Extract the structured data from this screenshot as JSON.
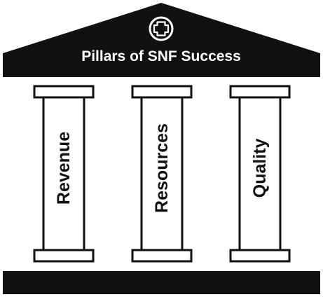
{
  "diagram": {
    "title": "Pillars of SNF Success",
    "emblem_icon": "plus-circle-icon",
    "pillars": [
      {
        "label": "Revenue"
      },
      {
        "label": "Resources"
      },
      {
        "label": "Quality"
      }
    ],
    "colors": {
      "structure": "#111111",
      "pillar_fill": "#ffffff",
      "roof_text": "#ffffff"
    }
  }
}
